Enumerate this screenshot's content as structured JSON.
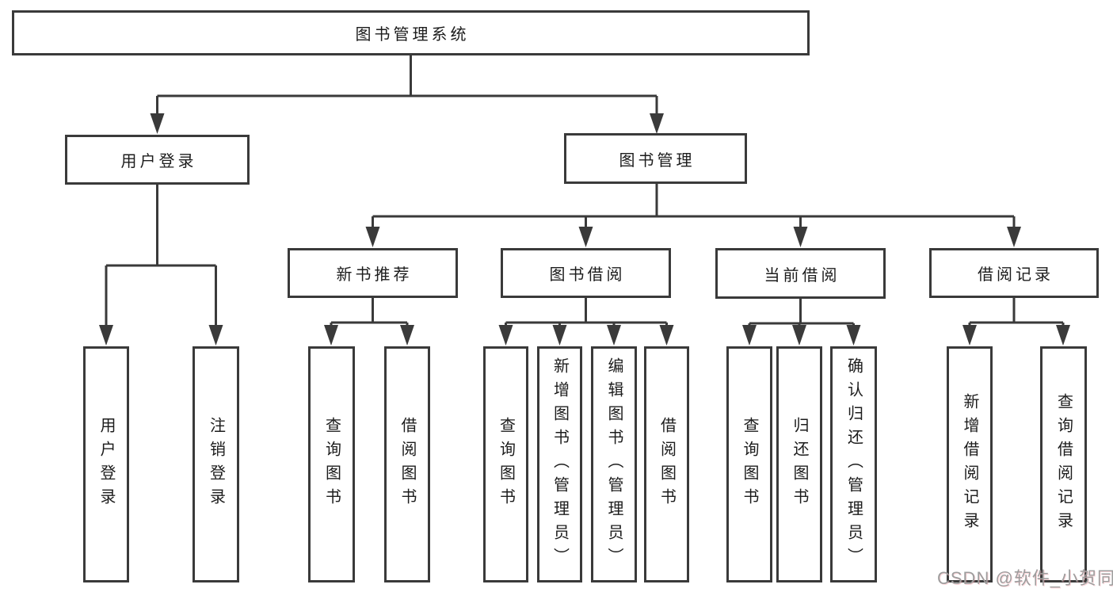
{
  "diagram": {
    "title": "图书管理系统",
    "nodes": {
      "root": "图书管理系统",
      "level2": [
        "用户登录",
        "图书管理"
      ],
      "level3": [
        "新书推荐",
        "图书借阅",
        "当前借阅",
        "借阅记录"
      ],
      "leaves": [
        "用户登录",
        "注销登录",
        "查询图书",
        "借阅图书",
        "查询图书",
        "新增图书（管理员）",
        "编辑图书（管理员）",
        "借阅图书",
        "查询图书",
        "归还图书",
        "确认归还（管理员）",
        "新增借阅记录",
        "查询借阅记录"
      ]
    },
    "colors": {
      "line": "#3a3a3a",
      "box_border": "#3a3a3a",
      "text": "#1c1c1c",
      "watermark_text": "#9d9d9d"
    }
  },
  "watermark": "CSDN @软件_小贺同学"
}
